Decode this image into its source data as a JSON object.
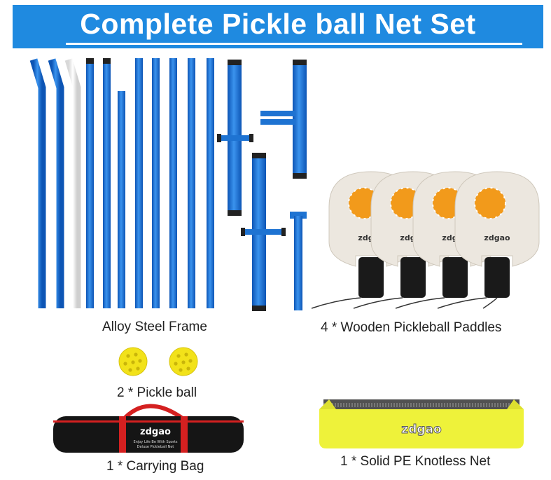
{
  "banner": {
    "title": "Complete Pickle ball Net Set",
    "color": "#1f8ae0"
  },
  "items": {
    "frame": {
      "caption": "Alloy Steel Frame"
    },
    "paddles": {
      "caption": "4 * Wooden Pickleball Paddles",
      "count": 4,
      "brand": "zdgao"
    },
    "balls": {
      "caption": "2 * Pickle ball",
      "count": 2
    },
    "bag": {
      "caption": "1 * Carrying Bag",
      "brand": "zdgao",
      "slogan": "Enjoy Life Be With Sports",
      "product": "Deluxe Pickleball Net"
    },
    "net": {
      "caption": "1 * Solid PE Knotless Net",
      "brand": "zdgao"
    }
  },
  "colors": {
    "pole_blue": "#1e73d2",
    "pole_white": "#f2f2f2",
    "ball_yellow": "#f2e21a",
    "paddle_face": "#ece7df",
    "paddle_logo": "#f29a1b",
    "bag_black": "#151515",
    "bag_red": "#d42020",
    "net_yellow": "#eef23a"
  }
}
